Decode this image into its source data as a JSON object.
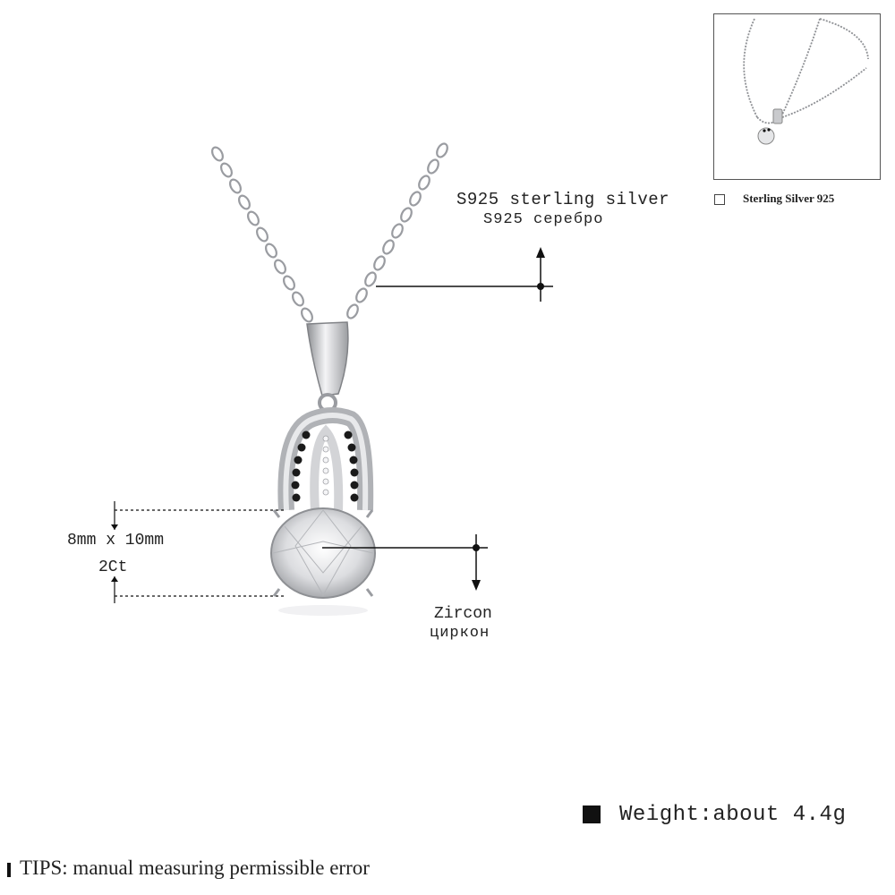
{
  "thumbnail": {
    "legend_label": "Sterling Silver 925",
    "icon": "pendant-necklace-thumbnail"
  },
  "annotations": {
    "material_en": "S925 sterling silver",
    "material_ru": "S925 серебро",
    "stone_size": "8mm x 10mm",
    "stone_carat": "2Ct",
    "stone_en": "Zircon",
    "stone_ru": "циркон"
  },
  "footer": {
    "weight": "Weight:about 4.4g",
    "tips": "TIPS: manual measuring permissible error"
  },
  "colors": {
    "background": "#ffffff",
    "text": "#222222",
    "silver": "#c8c9cc",
    "black_stone": "#1a1a1a"
  }
}
